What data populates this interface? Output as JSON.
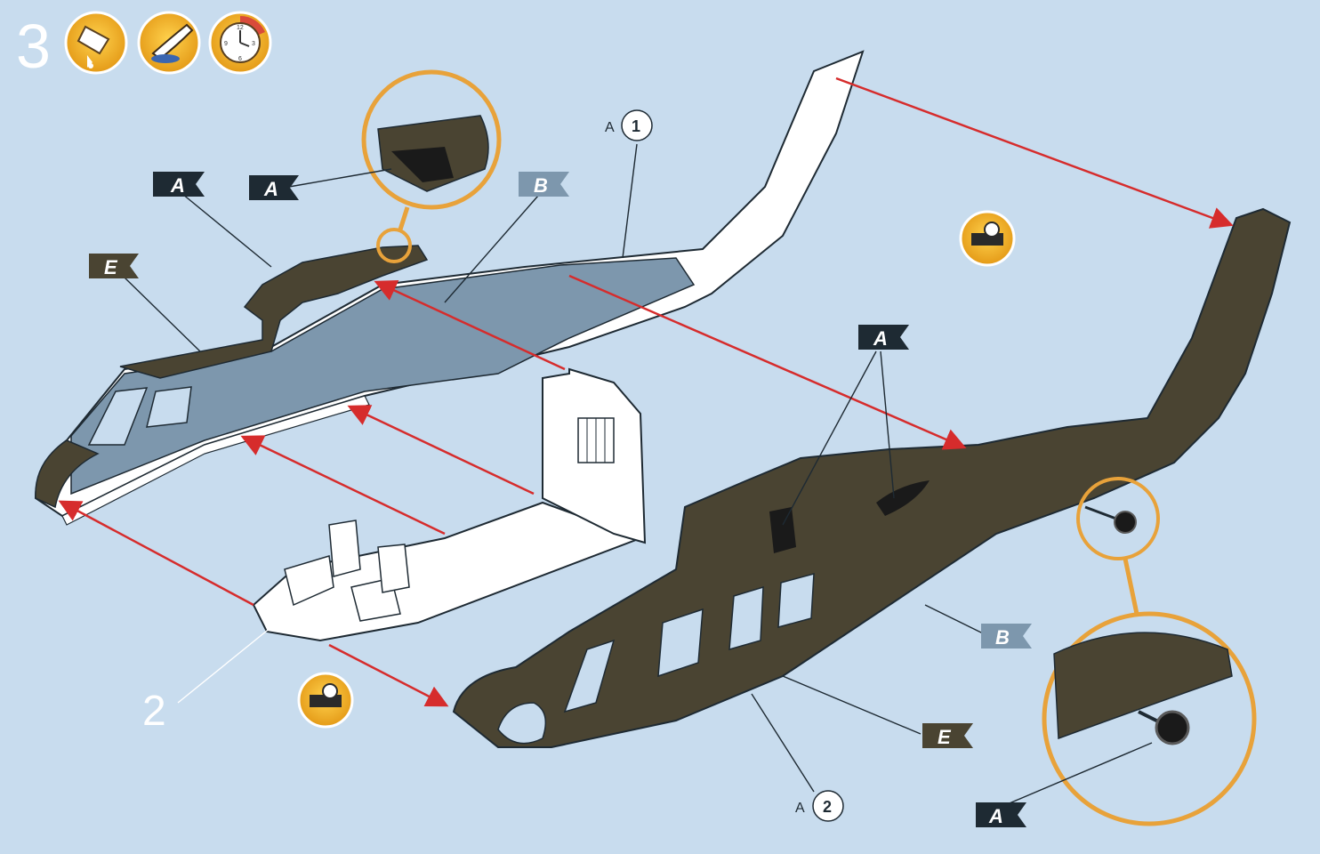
{
  "step": {
    "number": "3"
  },
  "header_icons": [
    {
      "name": "glue-icon"
    },
    {
      "name": "paint-brush-icon"
    },
    {
      "name": "drying-time-clock-icon"
    }
  ],
  "flags": {
    "top_a1": "A",
    "top_a2": "A",
    "top_b": "B",
    "top_e": "E",
    "right_a": "A",
    "right_b": "B",
    "right_e": "E",
    "bottom_a": "A"
  },
  "part_labels": {
    "a1_letter": "A",
    "a1_number": "1",
    "a2_letter": "A",
    "a2_number": "2",
    "part_2": "2"
  },
  "colors": {
    "background": "#c8dcee",
    "olive_drab": "#4a4432",
    "interior_blue": "#7d97ad",
    "arrow_red": "#d62c2c",
    "callout_orange": "#e8a23a",
    "flag_dark": "#1e2a33",
    "flag_olive": "#4a4432",
    "flag_blue": "#7d97ad",
    "icon_yellow": "#f4b823"
  }
}
